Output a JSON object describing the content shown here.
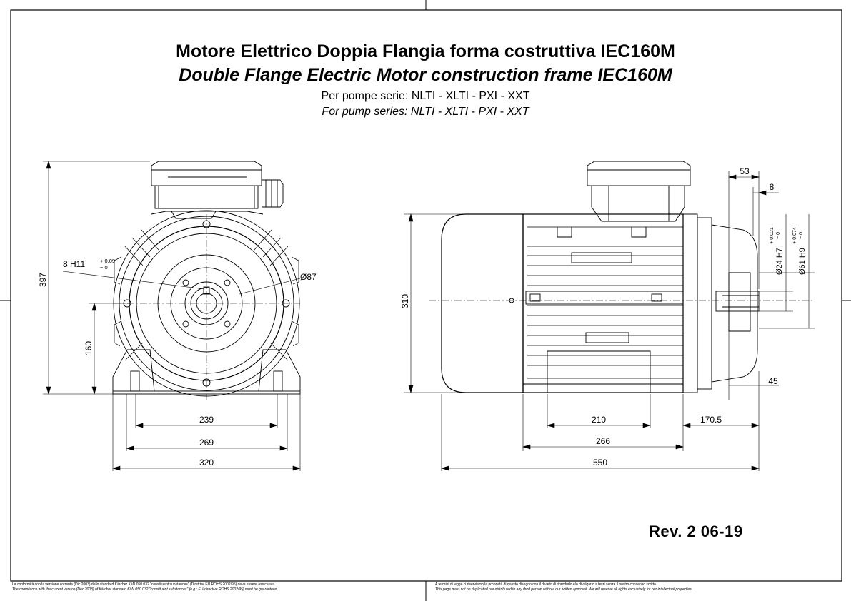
{
  "title": {
    "it": "Motore Elettrico Doppia Flangia forma costruttiva IEC160M",
    "en": "Double Flange Electric Motor construction frame IEC160M",
    "series_it": "Per pompe serie: NLTI - XLTI - PXI - XXT",
    "series_en": "For pump series: NLTI - XLTI - PXI - XXT"
  },
  "revision": "Rev. 2  06-19",
  "front_view": {
    "dim_height_total": "397",
    "dim_shaft_height": "160",
    "dim_keyway": "8 H11",
    "dim_keyway_tol_upper": "+ 0.09",
    "dim_keyway_tol_lower": "− 0",
    "dim_flange_dia": "Ø87",
    "dim_239": "239",
    "dim_269": "269",
    "dim_320": "320"
  },
  "side_view": {
    "dim_height": "310",
    "dim_53": "53",
    "dim_8": "8",
    "dim_shaft": "Ø24 H7",
    "dim_shaft_tol_upper": "+ 0.021",
    "dim_shaft_tol_lower": "− 0",
    "dim_bore": "Ø61 H9",
    "dim_bore_tol_upper": "+ 0.074",
    "dim_bore_tol_lower": "− 0",
    "dim_45": "45",
    "dim_210": "210",
    "dim_170": "170.5",
    "dim_266": "266",
    "dim_550": "550"
  },
  "footer": {
    "left_line1": "La conformità con la versione corrente (Dic 2003) dello standard Kärcher KäN 050.032 \"constituent substances\" (Direttive EU ROHS 2002/95) deve essere assicurata.",
    "left_line2": "The compliance with the current version (Dec 2003) of Kärcher standard KäN 050.032 \"constituent substances\" (e.g.: EU-directive ROHS 2002/95) must be guaranteed.",
    "right_line1": "A termini di legge ci riserviamo la proprietà di questo disegno con il divieto di riprodurlo e/o divulgarlo a terzi senza il nostro consenso scritto.",
    "right_line2": "This page must not be duplicated nor distributed to any third person without our written approval. We will reserve all rights exclusively for our intellectual properties."
  }
}
